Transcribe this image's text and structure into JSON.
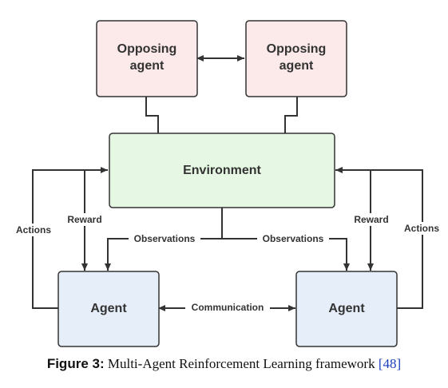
{
  "diagram": {
    "nodes": {
      "opposing_left": {
        "line1": "Opposing",
        "line2": "agent"
      },
      "opposing_right": {
        "line1": "Opposing",
        "line2": "agent"
      },
      "environment": {
        "label": "Environment"
      },
      "agent_left": {
        "label": "Agent"
      },
      "agent_right": {
        "label": "Agent"
      }
    },
    "edges": {
      "actions_left": "Actions",
      "reward_left": "Reward",
      "observations_left": "Observations",
      "observations_right": "Observations",
      "reward_right": "Reward",
      "actions_right": "Actions",
      "communication": "Communication"
    },
    "colors": {
      "opposing_fill": "#fce9ea",
      "environment_fill": "#e6f8e3",
      "agent_fill": "#e6eef9",
      "stroke": "#333333"
    }
  },
  "caption": {
    "figure_number": "Figure 3:",
    "text": "Multi-Agent Reinforcement Learning framework",
    "ref_open": "[",
    "ref_number": "48",
    "ref_close": "]"
  }
}
